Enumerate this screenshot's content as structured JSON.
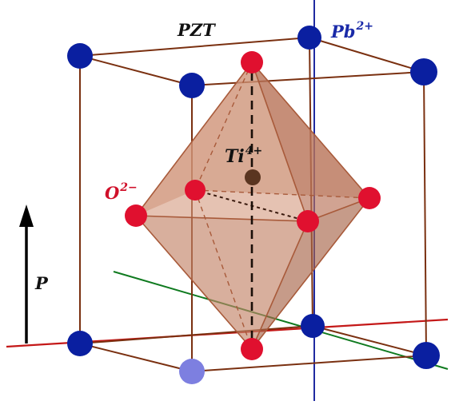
{
  "title": "PZT",
  "labels": {
    "pb": {
      "base": "Pb",
      "sup": "2+"
    },
    "ti": {
      "base": "Ti",
      "sup": "4+"
    },
    "o": {
      "base": "O",
      "sup": "2−"
    },
    "polarization": "P"
  },
  "colors": {
    "pb_atom": "#0a1fa0",
    "pb_atom_faded": "#7d7fe0",
    "o_atom": "#e0102f",
    "ti_atom": "#5a3520",
    "cell_edges": "#7a3010",
    "octahedron_fill": "#c98a6e",
    "octahedron_edges": "#a85a3a",
    "pb_label": "#1a2aa8",
    "o_label": "#d0102a",
    "vertical_axis": "#1f2aa0",
    "horizontal_axis": "#c41818",
    "diagonal_axis": "#0f7a1f",
    "arrow": "#000000"
  }
}
